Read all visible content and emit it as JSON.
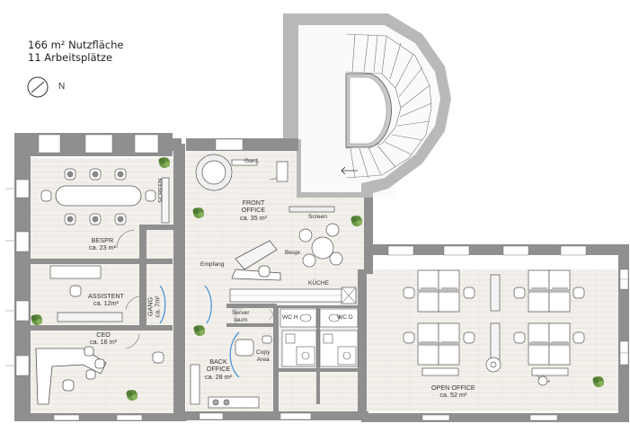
{
  "header": {
    "line1": "166 m² Nutzfläche",
    "line2": "11 Arbeitsplätze"
  },
  "north_label": "N",
  "rooms": {
    "bespr1": {
      "name": "BESPR",
      "area": "ca. 23 m²"
    },
    "screen_left": "Screen",
    "assistent": {
      "name": "ASSISTENT",
      "area": "ca. 12m²"
    },
    "gang": {
      "name": "GANG",
      "area": "ca. 7m²"
    },
    "ceo": {
      "name": "CEO",
      "area": "ca. 16 m²"
    },
    "garderobe": "Gard.",
    "front_office": {
      "name1": "FRONT",
      "name2": "OFFICE",
      "area": "ca. 35 m²"
    },
    "screen_front": "Screen",
    "bespr2": "Bespr.",
    "empfang": "Empfang",
    "kueche": "KÜCHE",
    "serverraum": {
      "name1": "Server",
      "name2": "raum"
    },
    "wc_h": "WC H",
    "wc_d": "WC D",
    "copy_area": {
      "name1": "Copy",
      "name2": "Area"
    },
    "back_office": {
      "name1": "BACK",
      "name2": "OFFICE",
      "area": "ca. 28 m²"
    },
    "open_office": {
      "name": "OPEN OFFICE",
      "area": "ca. 52 m²"
    }
  },
  "colors": {
    "wall": "#8f8f8f",
    "floor_wood": "#f2efea",
    "floor_tile": "#e9ecee",
    "furniture": "#ffffff",
    "plant": "#5f8a3e",
    "door_blue": "#3d8fd6",
    "line": "#555555"
  }
}
